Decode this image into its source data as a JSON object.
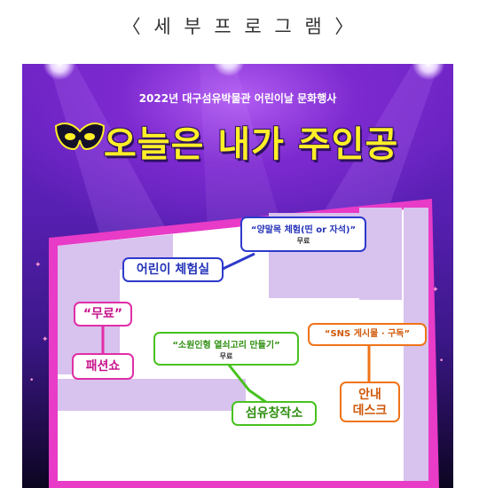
{
  "page_title": "〈 세 부 프 로 그 램 〉",
  "poster": {
    "subtitle": "2022년 대구섬유박물관 어린이날 문화행사",
    "headline": "오늘은 내가 주인공",
    "icons": {
      "mask": "mask-icon",
      "spotlight": "spotlight-icon"
    }
  },
  "colors": {
    "headline": "#ffef27",
    "wall_outline": "#e83bc7",
    "booth_fill": "#d8c2ee",
    "blue": "#2d3acb",
    "pink": "#e02fa6",
    "green": "#47c21f",
    "orange": "#f07318"
  },
  "map": {
    "top_program": {
      "title": "“양말목 체험(띤 or 자석)”",
      "note": "무료"
    },
    "kids_zone": {
      "label": "어린이 체험실"
    },
    "fashion": {
      "free": "“무료”",
      "label": "패션쇼"
    },
    "doll_program": {
      "title": "“소원인형 열쇠고리 만들기”",
      "note": "무료"
    },
    "creation": {
      "label": "섬유창작소"
    },
    "sns": {
      "title": "“SNS 게시물 · 구독”"
    },
    "desk": {
      "line1": "안내",
      "line2": "데스크"
    }
  }
}
